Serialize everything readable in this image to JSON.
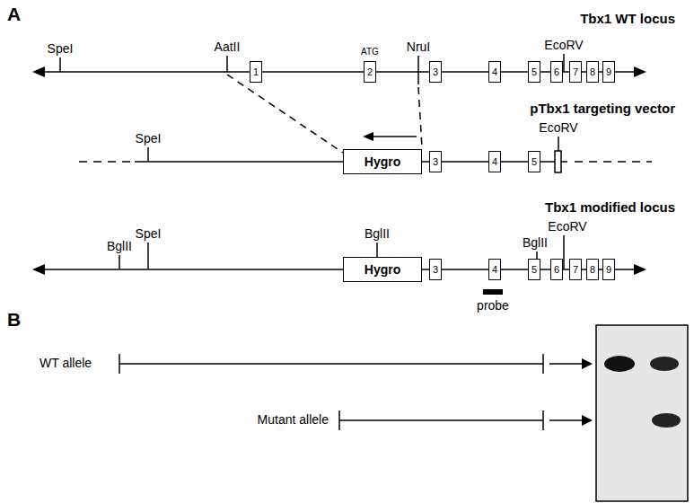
{
  "diagram": {
    "nodes": [
      {
        "text": [
          "1"
        ]
      },
      {
        "text": [
          "2"
        ]
      },
      {
        "text": [
          "3"
        ]
      },
      {
        "text": [
          "4"
        ]
      },
      {
        "text": [
          "5"
        ]
      },
      {
        "text": [
          "6"
        ]
      },
      {
        "text": [
          "7"
        ]
      },
      {
        "text": [
          "8"
        ]
      },
      {
        "text": [
          "9"
        ]
      },
      {
        "text": [
          "Hygro"
        ]
      },
      {
        "text": [
          "3"
        ]
      },
      {
        "text": [
          "4"
        ]
      },
      {
        "text": [
          "5"
        ]
      },
      {
        "text": [
          "Hygro"
        ]
      },
      {
        "text": [
          "3"
        ]
      },
      {
        "text": [
          "4"
        ]
      },
      {
        "text": [
          "5"
        ]
      },
      {
        "text": [
          "6"
        ]
      },
      {
        "text": [
          "7"
        ]
      },
      {
        "text": [
          "8"
        ]
      },
      {
        "text": [
          "9"
        ]
      }
    ],
    "labels": [
      "A",
      "Tbx1 WT locus",
      "SpeI",
      "AatII",
      "ATG",
      "NruI",
      "EcoRV",
      "pTbx1 targeting vector",
      "SpeI",
      "EcoRV",
      "Tbx1 modified locus",
      "BglII",
      "SpeI",
      "BglII",
      "BglII",
      "EcoRV",
      "probe",
      "B",
      "WT allele",
      "Mutant allele"
    ]
  }
}
